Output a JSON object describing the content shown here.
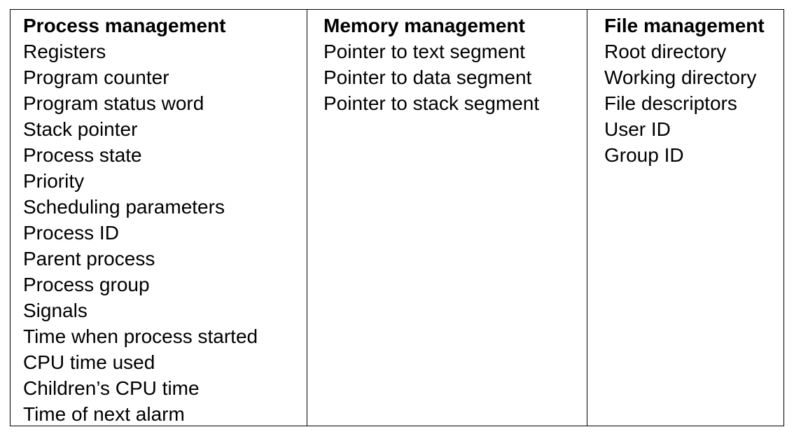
{
  "columns": [
    {
      "title": "Process management",
      "items": [
        "Registers",
        "Program counter",
        "Program status word",
        "Stack pointer",
        "Process state",
        "Priority",
        "Scheduling parameters",
        "Process ID",
        "Parent process",
        "Process group",
        "Signals",
        "Time when process started",
        "CPU time used",
        "Children’s CPU time",
        "Time of next alarm"
      ]
    },
    {
      "title": "Memory management",
      "items": [
        "Pointer to text segment",
        "Pointer to data segment",
        "Pointer to stack segment"
      ]
    },
    {
      "title": "File management",
      "items": [
        "Root directory",
        "Working directory",
        "File descriptors",
        "User ID",
        "Group ID"
      ]
    }
  ]
}
